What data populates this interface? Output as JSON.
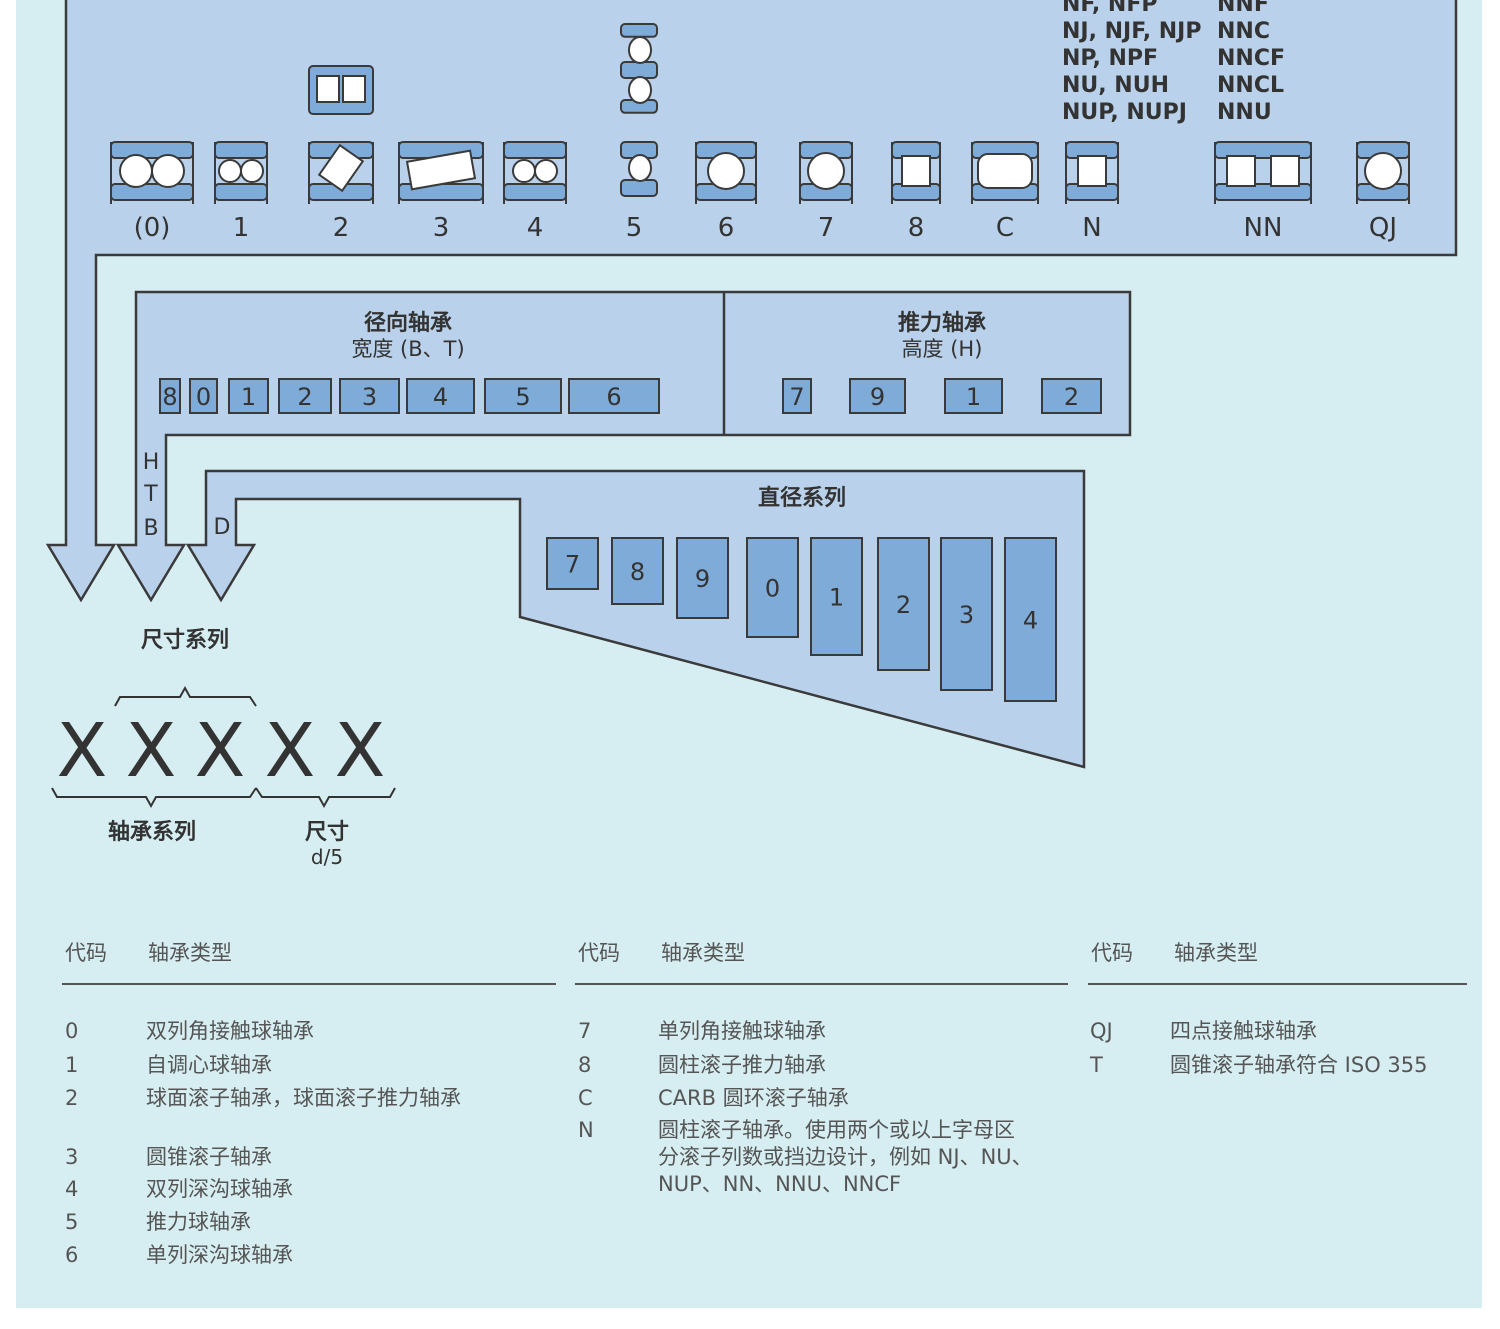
{
  "colors": {
    "background": "#d6eef1",
    "panel": "#b9d1ea",
    "box": "#7fabd9",
    "outline": "#3a3a3a",
    "text": "#333333"
  },
  "top_panel": {
    "bearing_types": [
      {
        "code": "(0)",
        "icon": "double-row-angular-ball-icon"
      },
      {
        "code": "1",
        "icon": "self-aligning-ball-icon"
      },
      {
        "code": "2",
        "icon": "spherical-roller-icon"
      },
      {
        "code": "3",
        "icon": "taper-roller-icon"
      },
      {
        "code": "4",
        "icon": "double-row-deep-groove-ball-icon"
      },
      {
        "code": "5",
        "icon": "thrust-ball-icon"
      },
      {
        "code": "6",
        "icon": "deep-groove-ball-icon"
      },
      {
        "code": "7",
        "icon": "angular-contact-ball-icon"
      },
      {
        "code": "8",
        "icon": "cylindrical-roller-thrust-icon"
      },
      {
        "code": "C",
        "icon": "carb-toroidal-roller-icon"
      },
      {
        "code": "N",
        "icon": "cylindrical-roller-icon"
      },
      {
        "code": "NN",
        "icon": "double-row-cylindrical-roller-icon"
      },
      {
        "code": "QJ",
        "icon": "four-point-contact-ball-icon"
      }
    ],
    "n_variants": [
      "NF, NFP",
      "NJ, NJF, NJP",
      "NP, NPF",
      "NU, NUH",
      "NUP, NUPJ"
    ],
    "nn_variants": [
      "NNF",
      "NNC",
      "NNCF",
      "NNCL",
      "NNU"
    ]
  },
  "radial": {
    "title": "径向轴承",
    "subtitle": "宽度 (B、T)",
    "codes": [
      "8",
      "0",
      "1",
      "2",
      "3",
      "4",
      "5",
      "6"
    ]
  },
  "thrust": {
    "title": "推力轴承",
    "subtitle": "高度 (H)",
    "codes": [
      "7",
      "9",
      "1",
      "2"
    ]
  },
  "diameter": {
    "title": "直径系列",
    "codes": [
      "7",
      "8",
      "9",
      "0",
      "1",
      "2",
      "3",
      "4"
    ]
  },
  "arrow_letters": {
    "h": "H",
    "t": "T",
    "b": "B",
    "d": "D"
  },
  "designation": {
    "dimension_series": "尺寸系列",
    "placeholders": [
      "X",
      "X",
      "X",
      "X",
      "X"
    ],
    "bearing_series": "轴承系列",
    "size": "尺寸",
    "size_formula": "d/5"
  },
  "legend": {
    "columns": [
      {
        "code_header": "代码",
        "type_header": "轴承类型",
        "rows": [
          {
            "code": "0",
            "type": "双列角接触球轴承"
          },
          {
            "code": "1",
            "type": "自调心球轴承"
          },
          {
            "code": "2",
            "type": "球面滚子轴承，球面滚子推力轴承"
          },
          {
            "code": "3",
            "type": "圆锥滚子轴承"
          },
          {
            "code": "4",
            "type": "双列深沟球轴承"
          },
          {
            "code": "5",
            "type": "推力球轴承"
          },
          {
            "code": "6",
            "type": "单列深沟球轴承"
          }
        ]
      },
      {
        "code_header": "代码",
        "type_header": "轴承类型",
        "rows": [
          {
            "code": "7",
            "type": "单列角接触球轴承"
          },
          {
            "code": "8",
            "type": "圆柱滚子推力轴承"
          },
          {
            "code": "C",
            "type": "CARB 圆环滚子轴承"
          },
          {
            "code": "N",
            "type": "圆柱滚子轴承。使用两个或以上字母区\n分滚子列数或挡边设计，例如 NJ、NU、\nNUP、NN、NNU、NNCF"
          }
        ]
      },
      {
        "code_header": "代码",
        "type_header": "轴承类型",
        "rows": [
          {
            "code": "QJ",
            "type": "四点接触球轴承"
          },
          {
            "code": "T",
            "type": "圆锥滚子轴承符合 ISO 355"
          }
        ]
      }
    ]
  }
}
